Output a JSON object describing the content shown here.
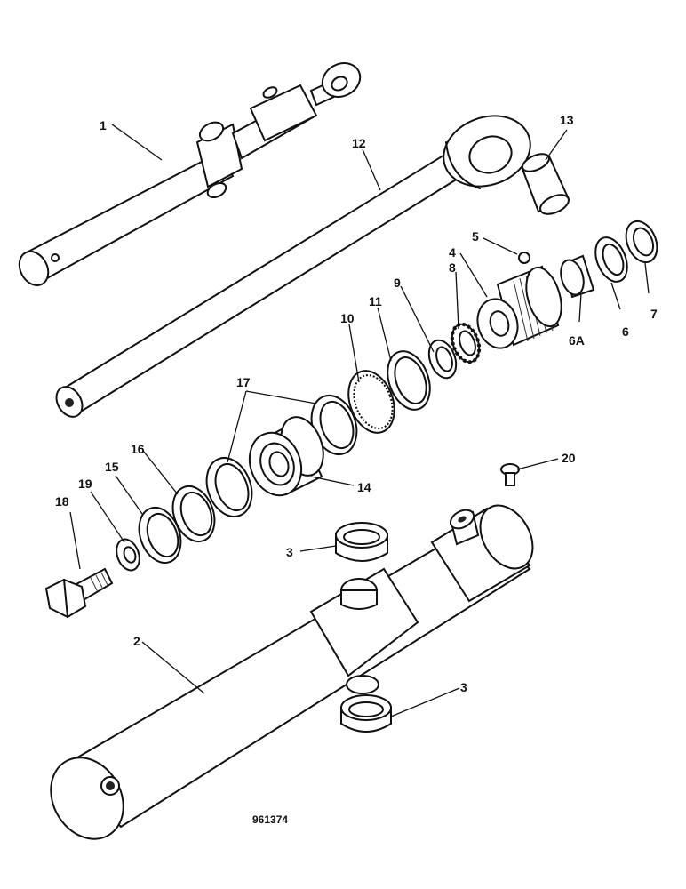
{
  "drawing_ref": "961374",
  "callouts": {
    "c1": "1",
    "c2": "2",
    "c3a": "3",
    "c3b": "3",
    "c4": "4",
    "c5": "5",
    "c6": "6",
    "c6a": "6A",
    "c7": "7",
    "c8": "8",
    "c9": "9",
    "c10": "10",
    "c11": "11",
    "c12": "12",
    "c13": "13",
    "c14": "14",
    "c15": "15",
    "c16": "16",
    "c17": "17",
    "c18": "18",
    "c19": "19",
    "c20": "20"
  }
}
